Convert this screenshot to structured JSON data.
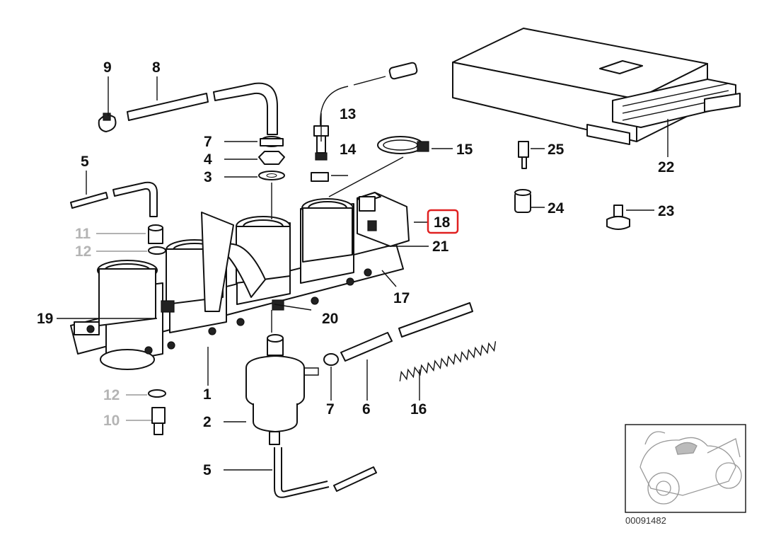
{
  "diagram": {
    "catalog_number": "00091482",
    "highlight_color": "#e02020",
    "muted_label_color": "#b4b4b4",
    "labels": {
      "l1": "1",
      "l2": "2",
      "l3": "3",
      "l4": "4",
      "l5a": "5",
      "l5b": "5",
      "l6": "6",
      "l7a": "7",
      "l7b": "7",
      "l8": "8",
      "l9": "9",
      "l10": "10",
      "l11": "11",
      "l12a": "12",
      "l12b": "12",
      "l13": "13",
      "l14": "14",
      "l15": "15",
      "l16": "16",
      "l17": "17",
      "l18": "18",
      "l19": "19",
      "l20": "20",
      "l21": "21",
      "l22": "22",
      "l23": "23",
      "l24": "24",
      "l25": "25"
    },
    "highlighted_part": "18",
    "muted_parts": [
      "10",
      "11",
      "12"
    ]
  }
}
